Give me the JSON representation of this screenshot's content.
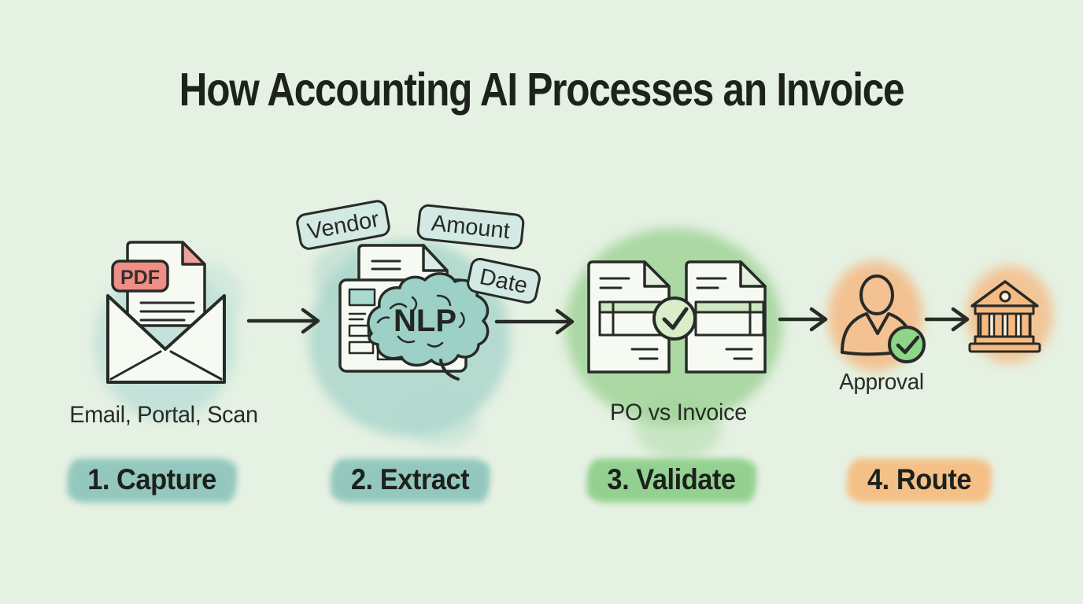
{
  "title": "How Accounting AI Processes an Invoice",
  "steps": [
    {
      "label": "1. Capture",
      "caption": "Email, Portal, Scan",
      "icon": "envelope-pdf-icon",
      "badge_label": "PDF",
      "highlight_color": "#8ec5bc"
    },
    {
      "label": "2. Extract",
      "icon": "document-nlp-brain-icon",
      "brain_label": "NLP",
      "tags": [
        "Vendor",
        "Amount",
        "Date"
      ],
      "highlight_color": "#8ec5bc"
    },
    {
      "label": "3. Validate",
      "caption": "PO vs Invoice",
      "icon": "matched-documents-check-icon",
      "highlight_color": "#8ecf8a"
    },
    {
      "label": "4. Route",
      "caption": "Approval",
      "icon": "approver-and-bank-icon",
      "highlight_color": "#f7bc80"
    }
  ],
  "colors": {
    "background": "#e5f1e2",
    "outline_ink": "#272b27",
    "teal_wash": "#b7dcd2",
    "green_wash": "#9ed295",
    "orange_wash": "#f4bd8a",
    "pdf_red": "#ef8d86",
    "check_badge_green": "#8dd587"
  }
}
